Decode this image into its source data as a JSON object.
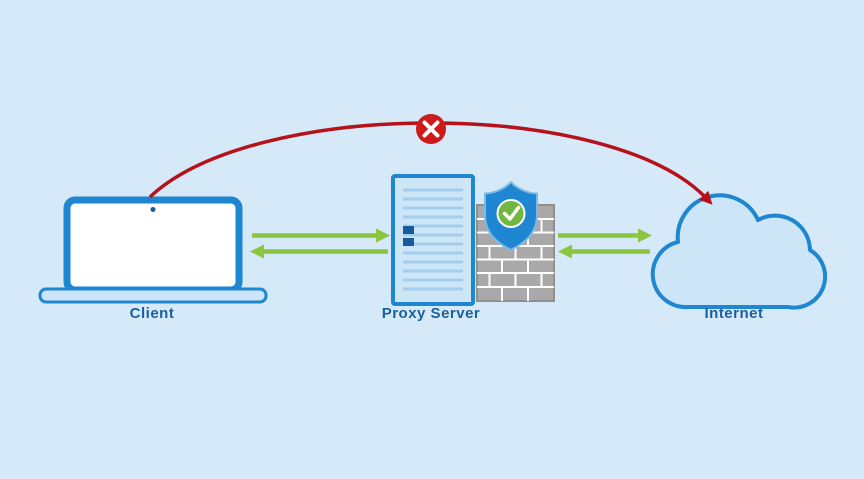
{
  "diagram": {
    "type": "network-flow-diagram",
    "nodes": [
      {
        "id": "client",
        "label": "Client",
        "icon": "laptop-icon"
      },
      {
        "id": "proxy-server",
        "label": "Proxy Server",
        "icon": "server-icon"
      },
      {
        "id": "internet",
        "label": "Internet",
        "icon": "cloud-icon"
      }
    ],
    "extra_icons": [
      "firewall-icon",
      "shield-check-icon",
      "blocked-x-icon"
    ],
    "connections": [
      {
        "from": "client",
        "to": "proxy-server",
        "style": "straight-double-arrow",
        "status": "allowed",
        "color_key": "arrow_green"
      },
      {
        "from": "proxy-server",
        "to": "internet",
        "style": "straight-double-arrow",
        "status": "allowed",
        "color_key": "arrow_green"
      },
      {
        "from": "client",
        "to": "internet",
        "style": "curved-single-arrow",
        "status": "blocked",
        "badge": "x-circle",
        "color_key": "blocked_red"
      }
    ]
  },
  "colors": {
    "background": "#d5e9f8",
    "outline": "#1f86d1",
    "fill_light": "#cce6f8",
    "server_line": "#a3cdec",
    "server_chip": "#1a5a9b",
    "wall_gray": "#a9a9a9",
    "wall_outline": "#8f8f8f",
    "shield_blue": "#1f86d1",
    "shield_edge": "#79bbe8",
    "check_green": "#72b840",
    "arrow_green": "#8cc63e",
    "blocked_red": "#b5121b",
    "x_red": "#ce1a1a",
    "label_text": "#1a5f9e"
  }
}
